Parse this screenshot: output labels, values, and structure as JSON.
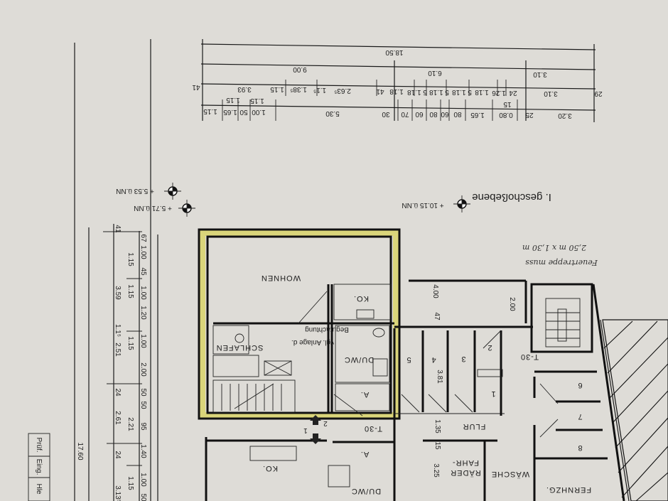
{
  "title": "I. geschoßebene",
  "levels": {
    "floor": "+ 10.15 ü.NN",
    "left_a": "+ 5.53 ü.NN",
    "left_b": "+ 5.71 ü.NN"
  },
  "rooms": {
    "wohnen": "WOHNEN",
    "ko": "KO.",
    "schlafen": "SCHLAFEN",
    "duwc": "DU/WC",
    "a": "A.",
    "note_1": "Begutachtung",
    "note_2": "vgl. Anlage d.",
    "r5": "5",
    "r4": "4",
    "r3": "3",
    "r2": "2",
    "r1": "1",
    "r6": "6",
    "r7": "7",
    "r8": "8",
    "flur": "FLUR",
    "waesche": "WÄSCHE",
    "fahrraeder_1": "FAHR-",
    "fahrraeder_2": "RÄDER",
    "fernhzg": "FERNHZG.",
    "t30_a": "T-30",
    "t30_b": "T-30",
    "ko_lower": "KO.",
    "a_lower": "A.",
    "duwc_lower": "DU/WC",
    "arrow_up_num": "2",
    "arrow_down_num": "1"
  },
  "dims_inner": {
    "d400": "4.00",
    "d200": "2.00",
    "d47": "47",
    "d381": "3.81",
    "d135": "1.35",
    "d15": "15",
    "d325": "3.25"
  },
  "dims_top": {
    "row1": [
      "18.50"
    ],
    "row2": [
      "9.00",
      "6.10",
      "3.10"
    ],
    "row3": [
      "41",
      "3.93",
      "1.15",
      "1.38⁵",
      "1.1⁵",
      "2.63⁵",
      "41",
      "1.18",
      "5 1.18",
      "5 1.18",
      "5 1.18",
      "1.18",
      "1.26",
      "24",
      "3.10",
      "29"
    ],
    "row4": [
      "1.15",
      "1.65",
      "50",
      "1.00",
      "1.15",
      "1.15",
      "5.30",
      "30",
      "70",
      "60",
      "80",
      "60",
      "80",
      "1.65",
      "0.80",
      "25",
      "3.20",
      "15"
    ]
  },
  "dims_left": {
    "col1": [
      "41",
      "3.59",
      "1.1⁵",
      "2.51",
      "24",
      "2.61",
      "24",
      "3.13⁵"
    ],
    "col2": [
      "1.15",
      "1.15",
      "1.15",
      "2.21",
      "1.15"
    ],
    "col3": [
      "67",
      "1.00",
      "45",
      "1.00",
      "1.20",
      "1.00",
      "2.00",
      "50",
      "50",
      "95",
      "1.40",
      "1.00",
      "50"
    ],
    "total": "17.60"
  },
  "title_block": [
    "Prüf.",
    "Eing.",
    "Hle"
  ],
  "handwritten": [
    "Feuertreppe muss",
    "2,50 m x 1,30 m"
  ],
  "colors": {
    "paper": "#dedcd7",
    "highlight": "#d9d46a",
    "ink": "#1a1a1a"
  }
}
